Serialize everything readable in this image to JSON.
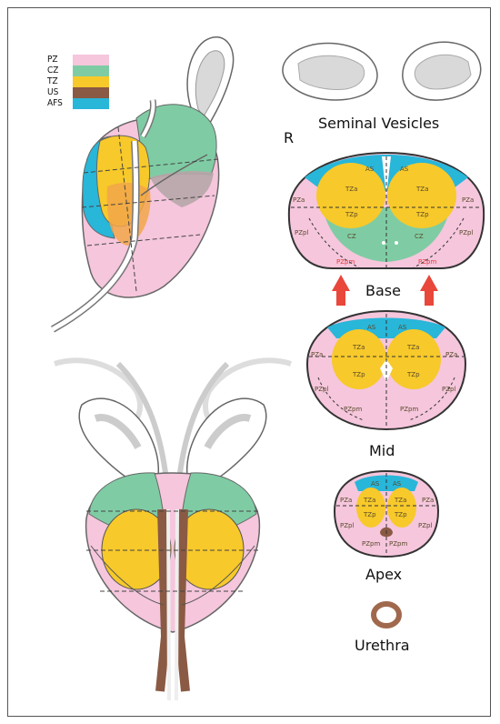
{
  "legend": [
    {
      "label": "PZ",
      "color": "#f5c6dc"
    },
    {
      "label": "CZ",
      "color": "#7fcca4"
    },
    {
      "label": "TZ",
      "color": "#f7c92a"
    },
    {
      "label": "US",
      "color": "#8a5a44"
    },
    {
      "label": "AFS",
      "color": "#28b6d9"
    }
  ],
  "captions": {
    "seminal_vesicles": "Seminal Vesicles",
    "right_marker": "R",
    "base": "Base",
    "mid": "Mid",
    "apex": "Apex",
    "urethra": "Urethra"
  },
  "base_labels": {
    "afs_left": "AS",
    "afs_right": "AS",
    "tza_left": "TZa",
    "tza_right": "TZa",
    "tzp_left": "TZp",
    "tzp_right": "TZp",
    "pza_left": "PZa",
    "pza_right": "PZa",
    "pzpl_left": "PZpl",
    "pzpl_right": "PZpl",
    "cz_left": "CZ",
    "cz_right": "CZ",
    "pzpm_left": "PZpm",
    "pzpm_right": "PZpm"
  },
  "mid_labels": {
    "afs_left": "AS",
    "afs_right": "AS",
    "tza_left": "TZa",
    "tza_right": "TZa",
    "tzp_left": "TZp",
    "tzp_right": "TZp",
    "pza_left": "PZa",
    "pza_right": "PZa",
    "pzpl_left": "PZpl",
    "pzpl_right": "PZpl",
    "pzpm_left": "PZpm",
    "pzpm_right": "PZpm"
  },
  "apex_labels": {
    "afs_left": "AS",
    "afs_right": "AS",
    "tza_left": "TZa",
    "tza_right": "TZa",
    "tzp_left": "TZp",
    "tzp_right": "TZp",
    "pza_left": "PZa",
    "pza_right": "PZa",
    "pzpl_left": "PZpl",
    "pzpl_right": "PZpl",
    "pzpm_left": "PZpm",
    "pzpm_right": "PZpm"
  }
}
